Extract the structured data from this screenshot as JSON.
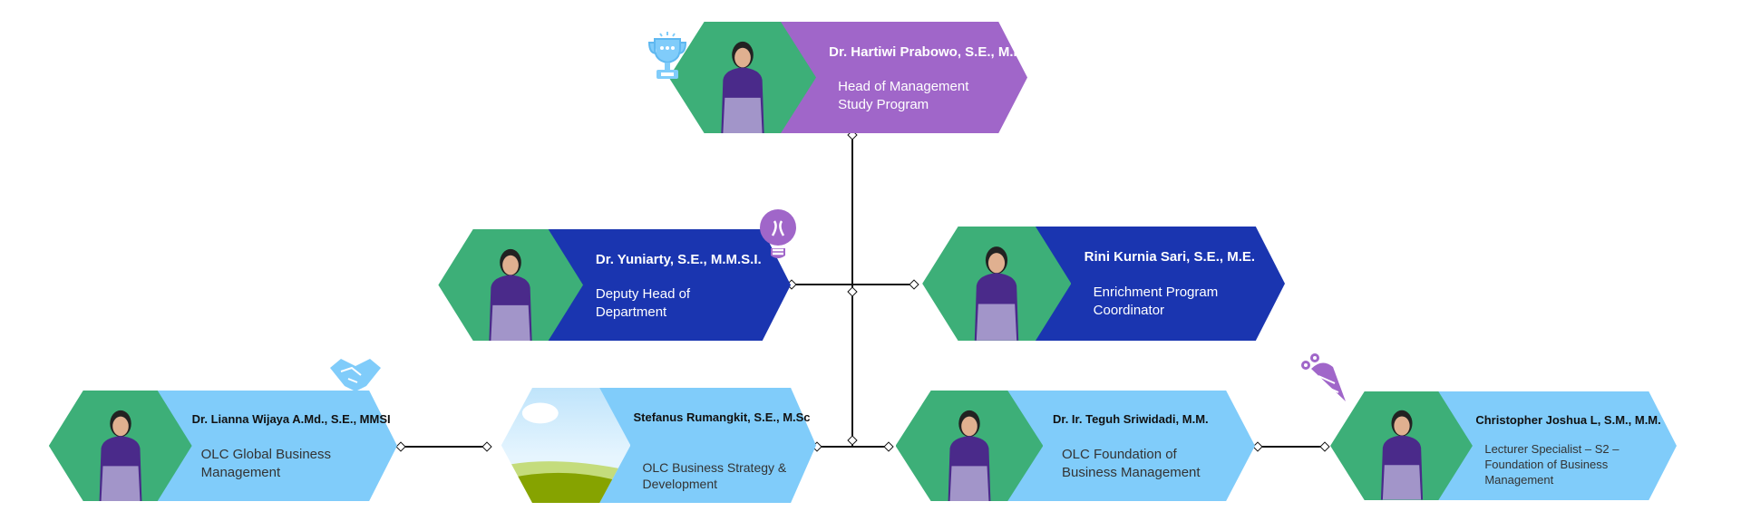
{
  "cards": [
    {
      "name": "Dr. Hartiwi Prabowo, S.E., M.M.",
      "role": "Head of Management Study Program"
    },
    {
      "name": "Dr. Yuniarty, S.E., M.M.S.I.",
      "role": "Deputy Head of Department"
    },
    {
      "name": "Rini Kurnia Sari, S.E., M.E.",
      "role": "Enrichment Program Coordinator"
    },
    {
      "name": "Dr. Lianna Wijaya A.Md., S.E., MMSI",
      "role": "OLC Global Business Management"
    },
    {
      "name": "Stefanus Rumangkit, S.E., M.Sc",
      "role": "OLC Business Strategy & Development"
    },
    {
      "name": "Dr. Ir. Teguh Sriwidadi, M.M.",
      "role": "OLC Foundation of Business Management"
    },
    {
      "name": "Christopher Joshua L, S.M., M.M.",
      "role": "Lecturer Specialist – S2 – Foundation of Business Management"
    }
  ],
  "colors": {
    "purple": "#a066c9",
    "navy": "#1a35b0",
    "light_blue": "#80ccfa",
    "green": "#3daf78"
  },
  "icons": [
    "trophy-icon",
    "lightbulb-icon",
    "handshake-icon",
    "ice-cream-icon"
  ]
}
